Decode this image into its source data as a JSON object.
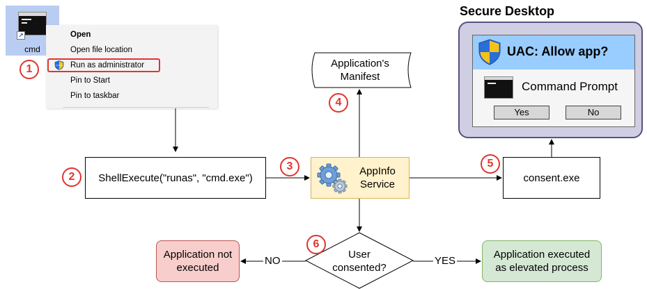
{
  "desktop_icon": {
    "label": "cmd"
  },
  "context_menu": {
    "items": [
      {
        "label": "Open",
        "bold": true
      },
      {
        "label": "Open file location"
      },
      {
        "label": "Run as administrator",
        "icon": "uac-shield-icon",
        "highlighted": true
      },
      {
        "label": "Pin to Start"
      },
      {
        "label": "Pin to taskbar"
      }
    ]
  },
  "nodes": {
    "shell_execute": "ShellExecute(\"runas\", \"cmd.exe\")",
    "appinfo": [
      "AppInfo",
      "Service"
    ],
    "manifest": [
      "Application's",
      "Manifest"
    ],
    "consent": "consent.exe",
    "decision": [
      "User",
      "consented?"
    ],
    "not_executed": [
      "Application not",
      "executed"
    ],
    "elevated": [
      "Application executed",
      "as elevated process"
    ]
  },
  "edge_labels": {
    "no": "NO",
    "yes": "YES"
  },
  "steps": [
    "1",
    "2",
    "3",
    "4",
    "5",
    "6"
  ],
  "secure_desktop": {
    "title": "Secure Desktop",
    "dialog_title": "UAC: Allow app?",
    "app_name": "Command Prompt",
    "yes_button": "Yes",
    "no_button": "No"
  },
  "colors": {
    "badge": "#e0342f",
    "appinfo_fill": "#fff2cc",
    "appinfo_stroke": "#d6b656",
    "not_executed_fill": "#f8cecc",
    "not_executed_stroke": "#b85450",
    "elevated_fill": "#d5e8d4",
    "elevated_stroke": "#82b366",
    "secure_desktop_fill": "#d0cee2",
    "secure_desktop_stroke": "#56517e",
    "uac_header": "#99ccff",
    "desktop_icon_bg": "#b9cdf2"
  }
}
